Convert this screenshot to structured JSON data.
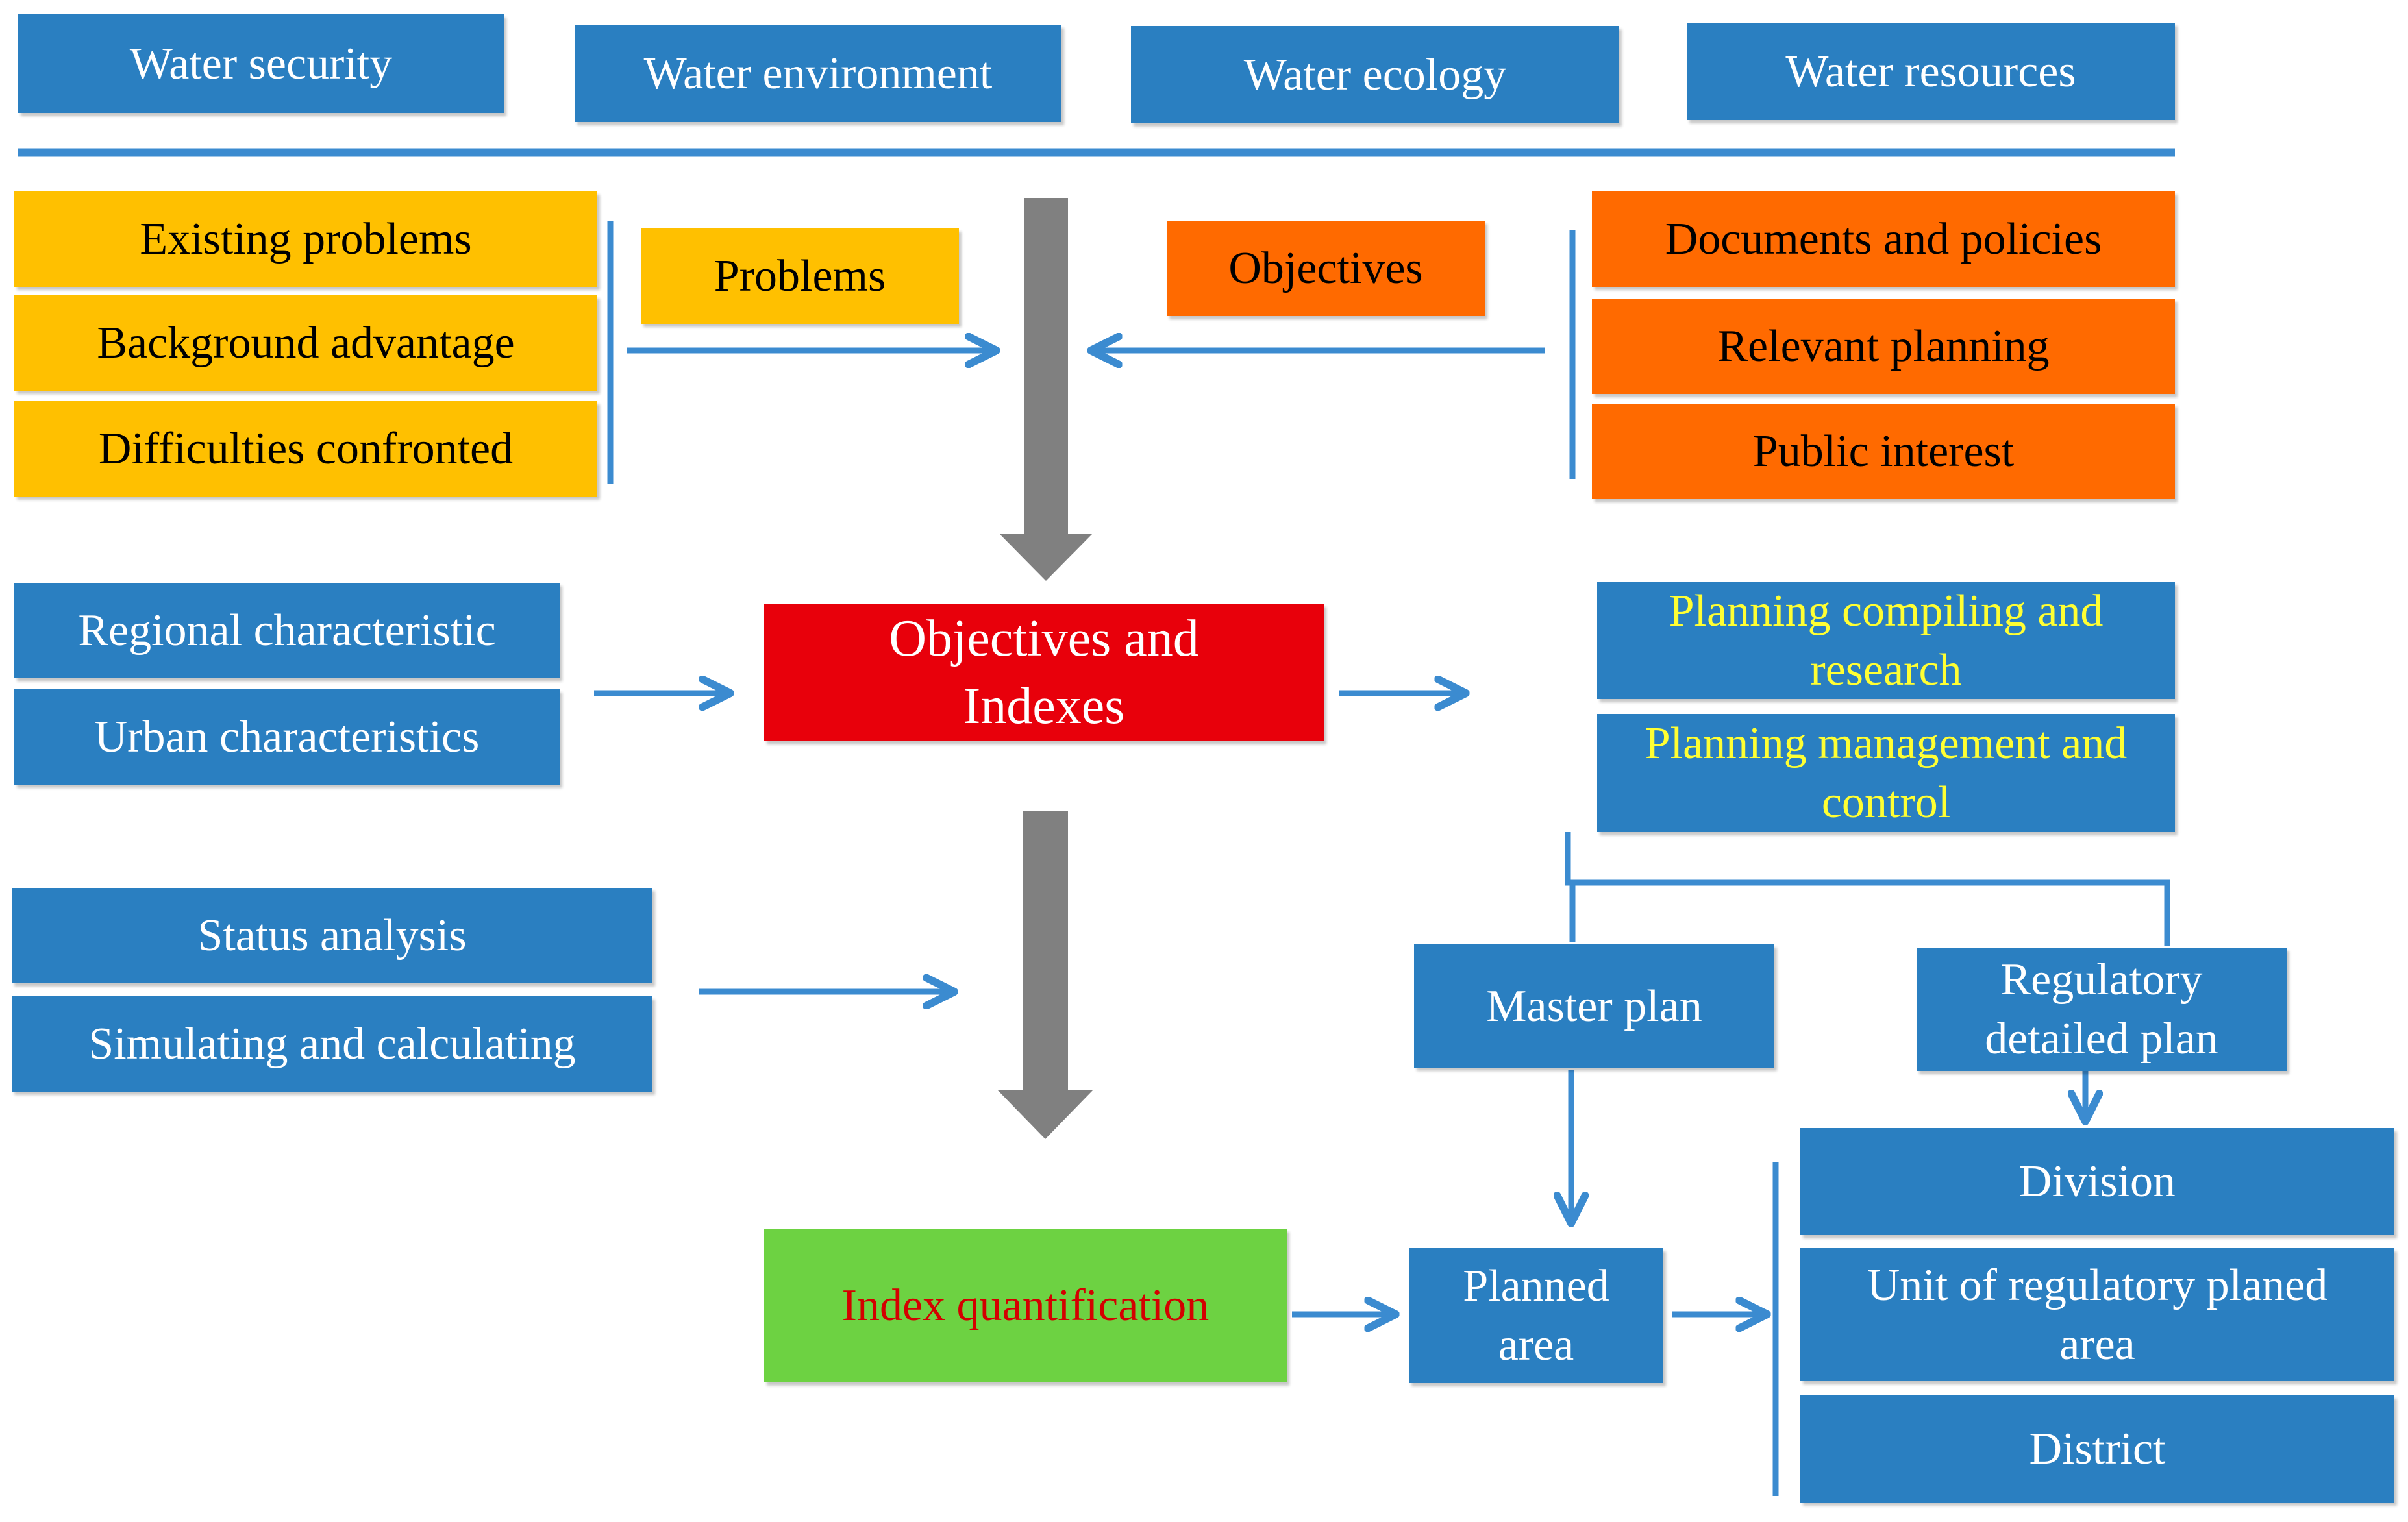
{
  "top_row": {
    "water_security": "Water security",
    "water_environment": "Water environment",
    "water_ecology": "Water ecology",
    "water_resources": "Water resources"
  },
  "problems_group": {
    "existing_problems": "Existing problems",
    "background_advantage": "Background advantage",
    "difficulties_confronted": "Difficulties confronted",
    "problems_label": "Problems"
  },
  "objectives_group": {
    "objectives_label": "Objectives",
    "documents_and_policies": "Documents and policies",
    "relevant_planning": "Relevant planning",
    "public_interest": "Public interest"
  },
  "characteristics": {
    "regional": "Regional characteristic",
    "urban": "Urban characteristics"
  },
  "center": {
    "objectives_and_indexes": "Objectives and Indexes",
    "index_quantification": "Index quantification"
  },
  "planning": {
    "compiling_and_research": "Planning compiling and research",
    "management_and_control": "Planning management and control",
    "master_plan": "Master plan",
    "regulatory_detailed_plan": "Regulatory detailed plan",
    "planned_area": "Planned area"
  },
  "analysis": {
    "status_analysis": "Status analysis",
    "simulating_and_calculating": "Simulating and calculating"
  },
  "areas": {
    "division": "Division",
    "unit_of_regulatory_planed_area": "Unit of regulatory planed area",
    "district": "District"
  },
  "colors": {
    "blue_box": "#2a7fc1",
    "yellow_box": "#ffc000",
    "orange_box": "#ff6a00",
    "red_box": "#e8000b",
    "green_box": "#6dd242",
    "gray_arrow": "#808080",
    "connector_line": "#3b8bd0"
  }
}
